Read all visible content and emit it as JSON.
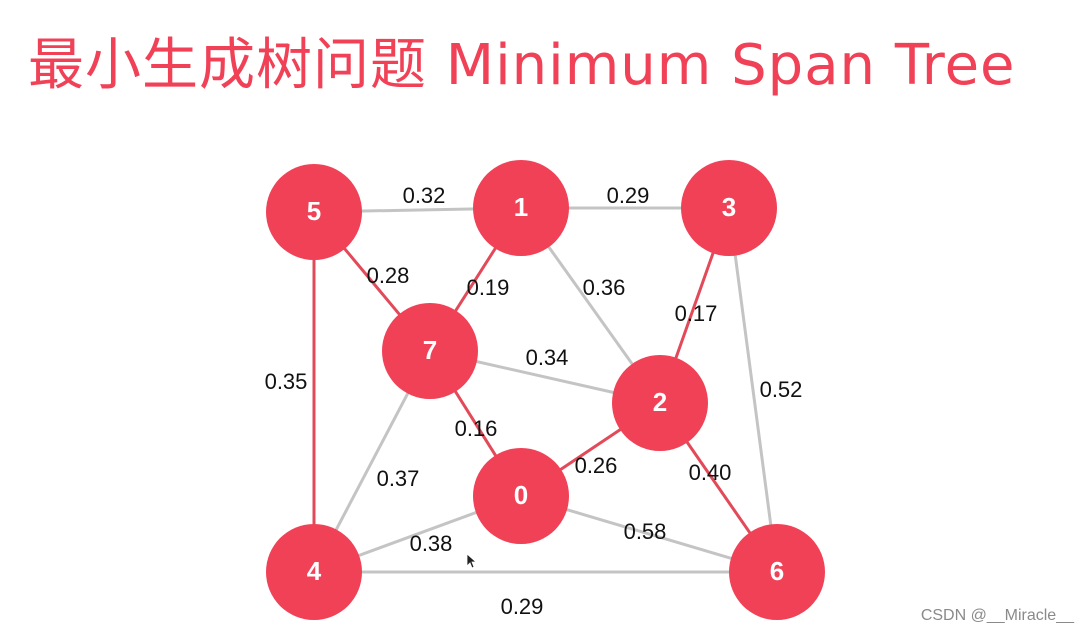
{
  "title": "最小生成树问题 Minimum Span Tree",
  "watermark": "CSDN @__Miracle__",
  "colors": {
    "title": "#f04157",
    "node_fill": "#f04157",
    "node_text": "#ffffff",
    "mst_edge": "#e24a5a",
    "edge": "#c4c4c4",
    "edge_label": "#111111"
  },
  "graph": {
    "nodes": [
      {
        "id": "0",
        "label": "0"
      },
      {
        "id": "1",
        "label": "1"
      },
      {
        "id": "2",
        "label": "2"
      },
      {
        "id": "3",
        "label": "3"
      },
      {
        "id": "4",
        "label": "4"
      },
      {
        "id": "5",
        "label": "5"
      },
      {
        "id": "6",
        "label": "6"
      },
      {
        "id": "7",
        "label": "7"
      }
    ],
    "edges": [
      {
        "from": "5",
        "to": "1",
        "weight": "0.32",
        "in_mst": false
      },
      {
        "from": "1",
        "to": "3",
        "weight": "0.29",
        "in_mst": false
      },
      {
        "from": "5",
        "to": "7",
        "weight": "0.28",
        "in_mst": true
      },
      {
        "from": "1",
        "to": "7",
        "weight": "0.19",
        "in_mst": true
      },
      {
        "from": "1",
        "to": "2",
        "weight": "0.36",
        "in_mst": false
      },
      {
        "from": "3",
        "to": "2",
        "weight": "0.17",
        "in_mst": true
      },
      {
        "from": "5",
        "to": "4",
        "weight": "0.35",
        "in_mst": true
      },
      {
        "from": "7",
        "to": "2",
        "weight": "0.34",
        "in_mst": false
      },
      {
        "from": "3",
        "to": "6",
        "weight": "0.52",
        "in_mst": false
      },
      {
        "from": "7",
        "to": "0",
        "weight": "0.16",
        "in_mst": true
      },
      {
        "from": "0",
        "to": "2",
        "weight": "0.26",
        "in_mst": true
      },
      {
        "from": "2",
        "to": "6",
        "weight": "0.40",
        "in_mst": true
      },
      {
        "from": "7",
        "to": "4",
        "weight": "0.37",
        "in_mst": false
      },
      {
        "from": "0",
        "to": "4",
        "weight": "0.38",
        "in_mst": false
      },
      {
        "from": "0",
        "to": "6",
        "weight": "0.58",
        "in_mst": false
      },
      {
        "from": "4",
        "to": "6",
        "weight": "0.29",
        "in_mst": false
      }
    ]
  }
}
